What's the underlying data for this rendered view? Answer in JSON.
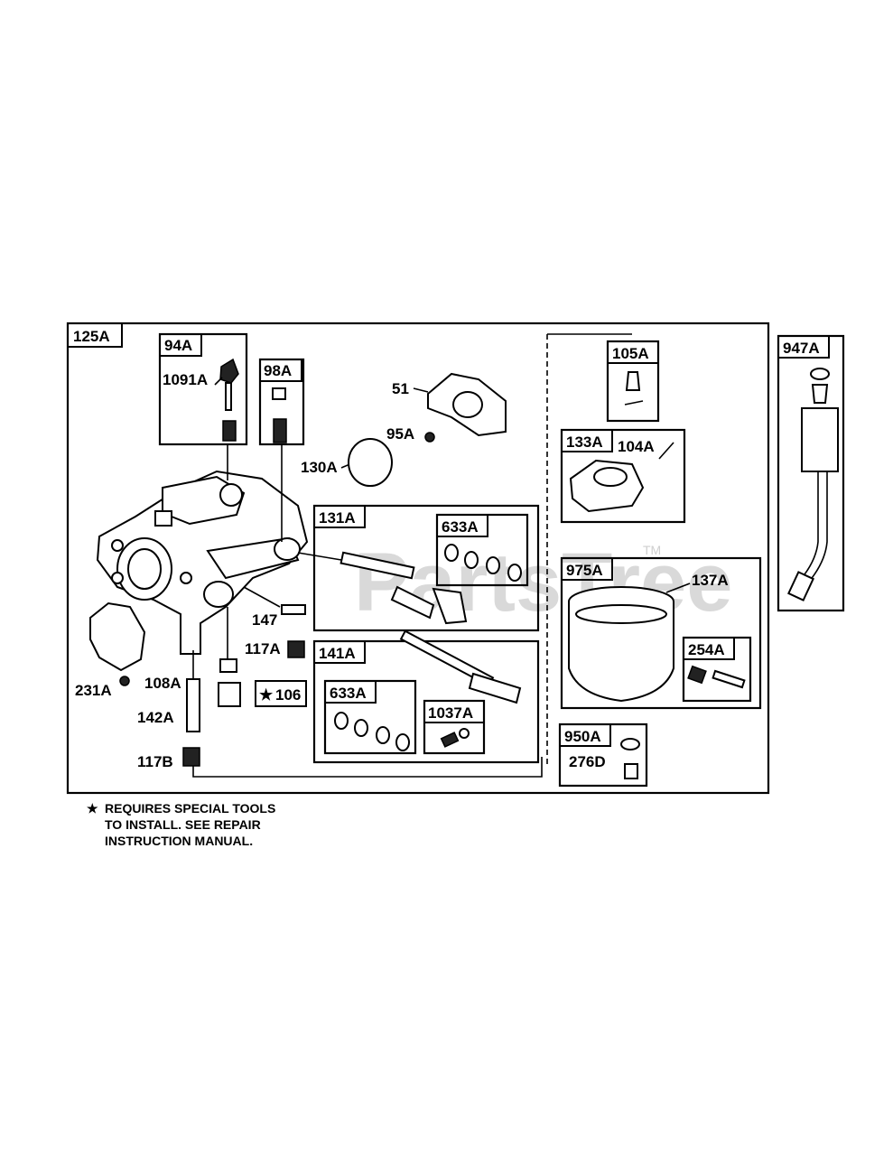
{
  "watermark": "PartsTree",
  "trademark": "TM",
  "groups": {
    "g125A": "125A",
    "g94A": "94A",
    "g98A": "98A",
    "g131A": "131A",
    "g633A_a": "633A",
    "g141A": "141A",
    "g633A_b": "633A",
    "g1037A": "1037A",
    "g105A": "105A",
    "g133A": "133A",
    "g975A": "975A",
    "g254A": "254A",
    "g950A": "950A",
    "g947A": "947A",
    "g106": "106"
  },
  "parts": {
    "p1091A": "1091A",
    "p51": "51",
    "p95A": "95A",
    "p130A": "130A",
    "p104A": "104A",
    "p137A": "137A",
    "p147": "147",
    "p117A": "117A",
    "p231A": "231A",
    "p108A": "108A",
    "p142A": "142A",
    "p117B": "117B",
    "p276D": "276D"
  },
  "star_symbol": "★",
  "footnote": {
    "line1": "REQUIRES SPECIAL TOOLS",
    "line2": "TO INSTALL.  SEE REPAIR",
    "line3": "INSTRUCTION MANUAL."
  }
}
